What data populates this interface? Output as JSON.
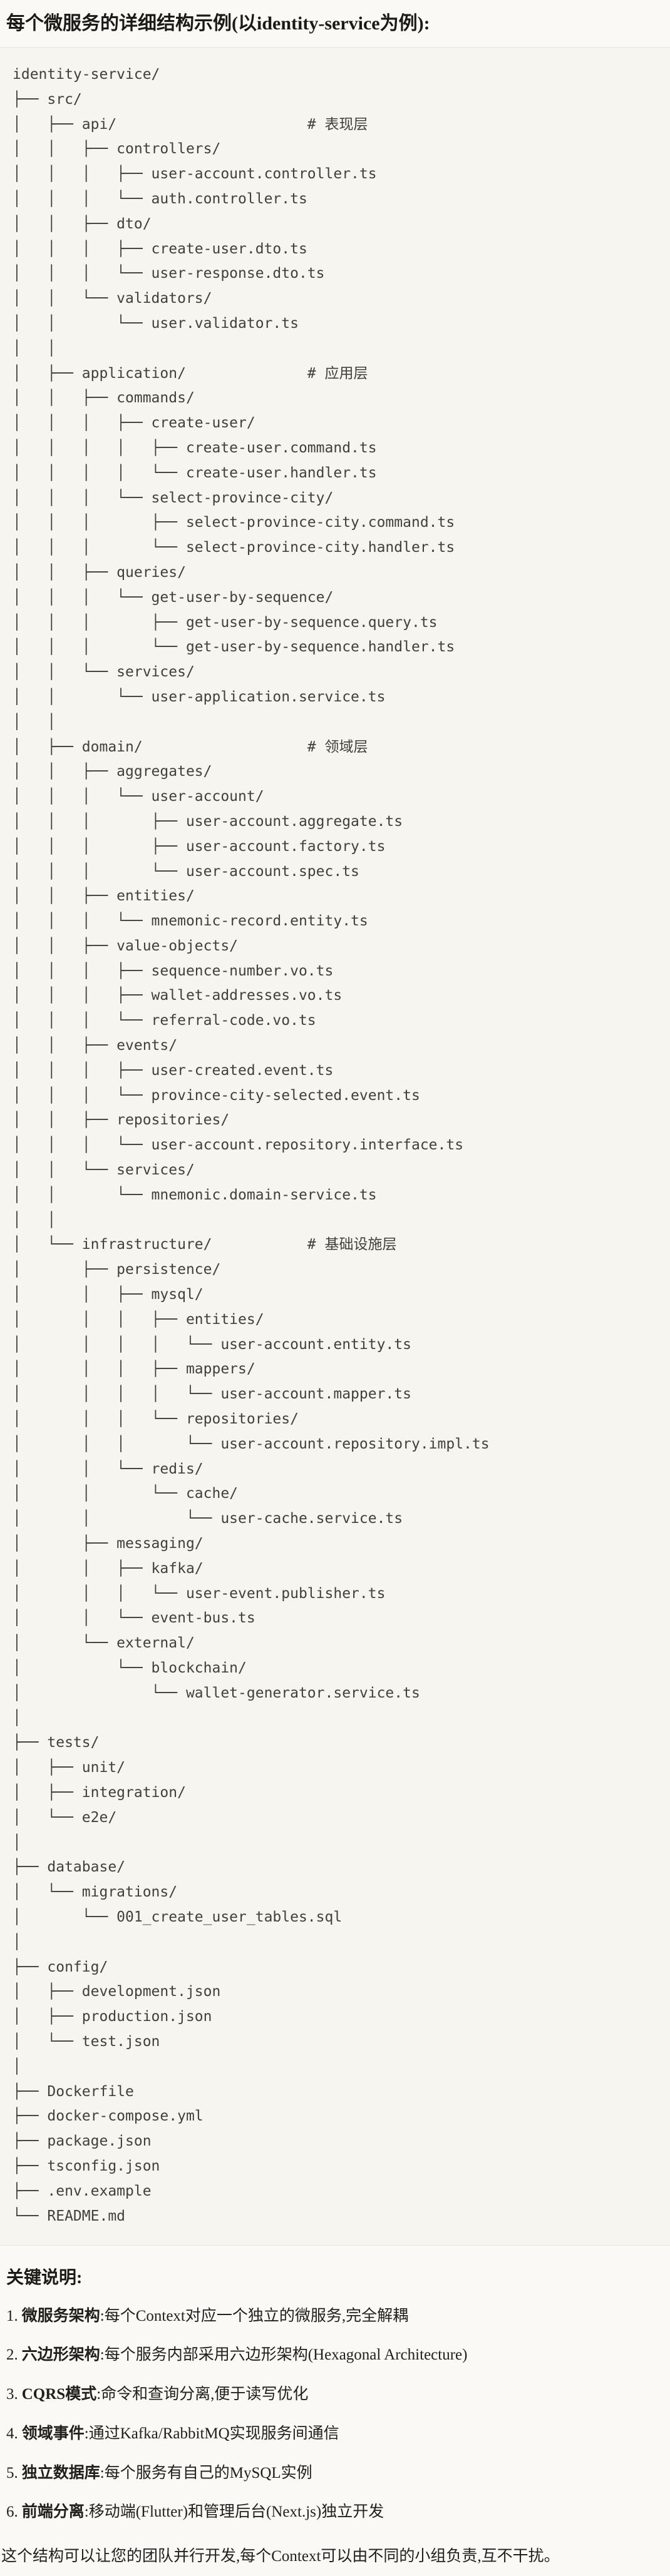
{
  "title": "每个微服务的详细结构示例(以identity-service为例):",
  "colors": {
    "page_bg": "#FAF9F5",
    "code_bg": "#F6F5F0",
    "code_border": "#E8E5DC",
    "heading_text": "#1B1A16",
    "body_text": "#21201C",
    "tree_text": "#41403B"
  },
  "code_block": {
    "lines": [
      "identity-service/",
      "├── src/",
      "│   ├── api/                      # 表现层",
      "│   │   ├── controllers/",
      "│   │   │   ├── user-account.controller.ts",
      "│   │   │   └── auth.controller.ts",
      "│   │   ├── dto/",
      "│   │   │   ├── create-user.dto.ts",
      "│   │   │   └── user-response.dto.ts",
      "│   │   └── validators/",
      "│   │       └── user.validator.ts",
      "│   │",
      "│   ├── application/              # 应用层",
      "│   │   ├── commands/",
      "│   │   │   ├── create-user/",
      "│   │   │   │   ├── create-user.command.ts",
      "│   │   │   │   └── create-user.handler.ts",
      "│   │   │   └── select-province-city/",
      "│   │   │       ├── select-province-city.command.ts",
      "│   │   │       └── select-province-city.handler.ts",
      "│   │   ├── queries/",
      "│   │   │   └── get-user-by-sequence/",
      "│   │   │       ├── get-user-by-sequence.query.ts",
      "│   │   │       └── get-user-by-sequence.handler.ts",
      "│   │   └── services/",
      "│   │       └── user-application.service.ts",
      "│   │",
      "│   ├── domain/                   # 领域层",
      "│   │   ├── aggregates/",
      "│   │   │   └── user-account/",
      "│   │   │       ├── user-account.aggregate.ts",
      "│   │   │       ├── user-account.factory.ts",
      "│   │   │       └── user-account.spec.ts",
      "│   │   ├── entities/",
      "│   │   │   └── mnemonic-record.entity.ts",
      "│   │   ├── value-objects/",
      "│   │   │   ├── sequence-number.vo.ts",
      "│   │   │   ├── wallet-addresses.vo.ts",
      "│   │   │   └── referral-code.vo.ts",
      "│   │   ├── events/",
      "│   │   │   ├── user-created.event.ts",
      "│   │   │   └── province-city-selected.event.ts",
      "│   │   ├── repositories/",
      "│   │   │   └── user-account.repository.interface.ts",
      "│   │   └── services/",
      "│   │       └── mnemonic.domain-service.ts",
      "│   │",
      "│   └── infrastructure/           # 基础设施层",
      "│       ├── persistence/",
      "│       │   ├── mysql/",
      "│       │   │   ├── entities/",
      "│       │   │   │   └── user-account.entity.ts",
      "│       │   │   ├── mappers/",
      "│       │   │   │   └── user-account.mapper.ts",
      "│       │   │   └── repositories/",
      "│       │   │       └── user-account.repository.impl.ts",
      "│       │   └── redis/",
      "│       │       └── cache/",
      "│       │           └── user-cache.service.ts",
      "│       ├── messaging/",
      "│       │   ├── kafka/",
      "│       │   │   └── user-event.publisher.ts",
      "│       │   └── event-bus.ts",
      "│       └── external/",
      "│           └── blockchain/",
      "│               └── wallet-generator.service.ts",
      "│",
      "├── tests/",
      "│   ├── unit/",
      "│   ├── integration/",
      "│   └── e2e/",
      "│",
      "├── database/",
      "│   └── migrations/",
      "│       └── 001_create_user_tables.sql",
      "│",
      "├── config/",
      "│   ├── development.json",
      "│   ├── production.json",
      "│   └── test.json",
      "│",
      "├── Dockerfile",
      "├── docker-compose.yml",
      "├── package.json",
      "├── tsconfig.json",
      "├── .env.example",
      "└── README.md"
    ]
  },
  "notes": {
    "heading": "关键说明:",
    "items": [
      {
        "num": "1.",
        "term": "微服务架构",
        "text": ":每个Context对应一个独立的微服务,完全解耦"
      },
      {
        "num": "2.",
        "term": "六边形架构",
        "text": ":每个服务内部采用六边形架构(Hexagonal Architecture)"
      },
      {
        "num": "3.",
        "term": "CQRS模式",
        "text": ":命令和查询分离,便于读写优化"
      },
      {
        "num": "4.",
        "term": "领域事件",
        "text": ":通过Kafka/RabbitMQ实现服务间通信"
      },
      {
        "num": "5.",
        "term": "独立数据库",
        "text": ":每个服务有自己的MySQL实例"
      },
      {
        "num": "6.",
        "term": "前端分离",
        "text": ":移动端(Flutter)和管理后台(Next.js)独立开发"
      }
    ],
    "footer": "这个结构可以让您的团队并行开发,每个Context可以由不同的小组负责,互不干扰。"
  }
}
